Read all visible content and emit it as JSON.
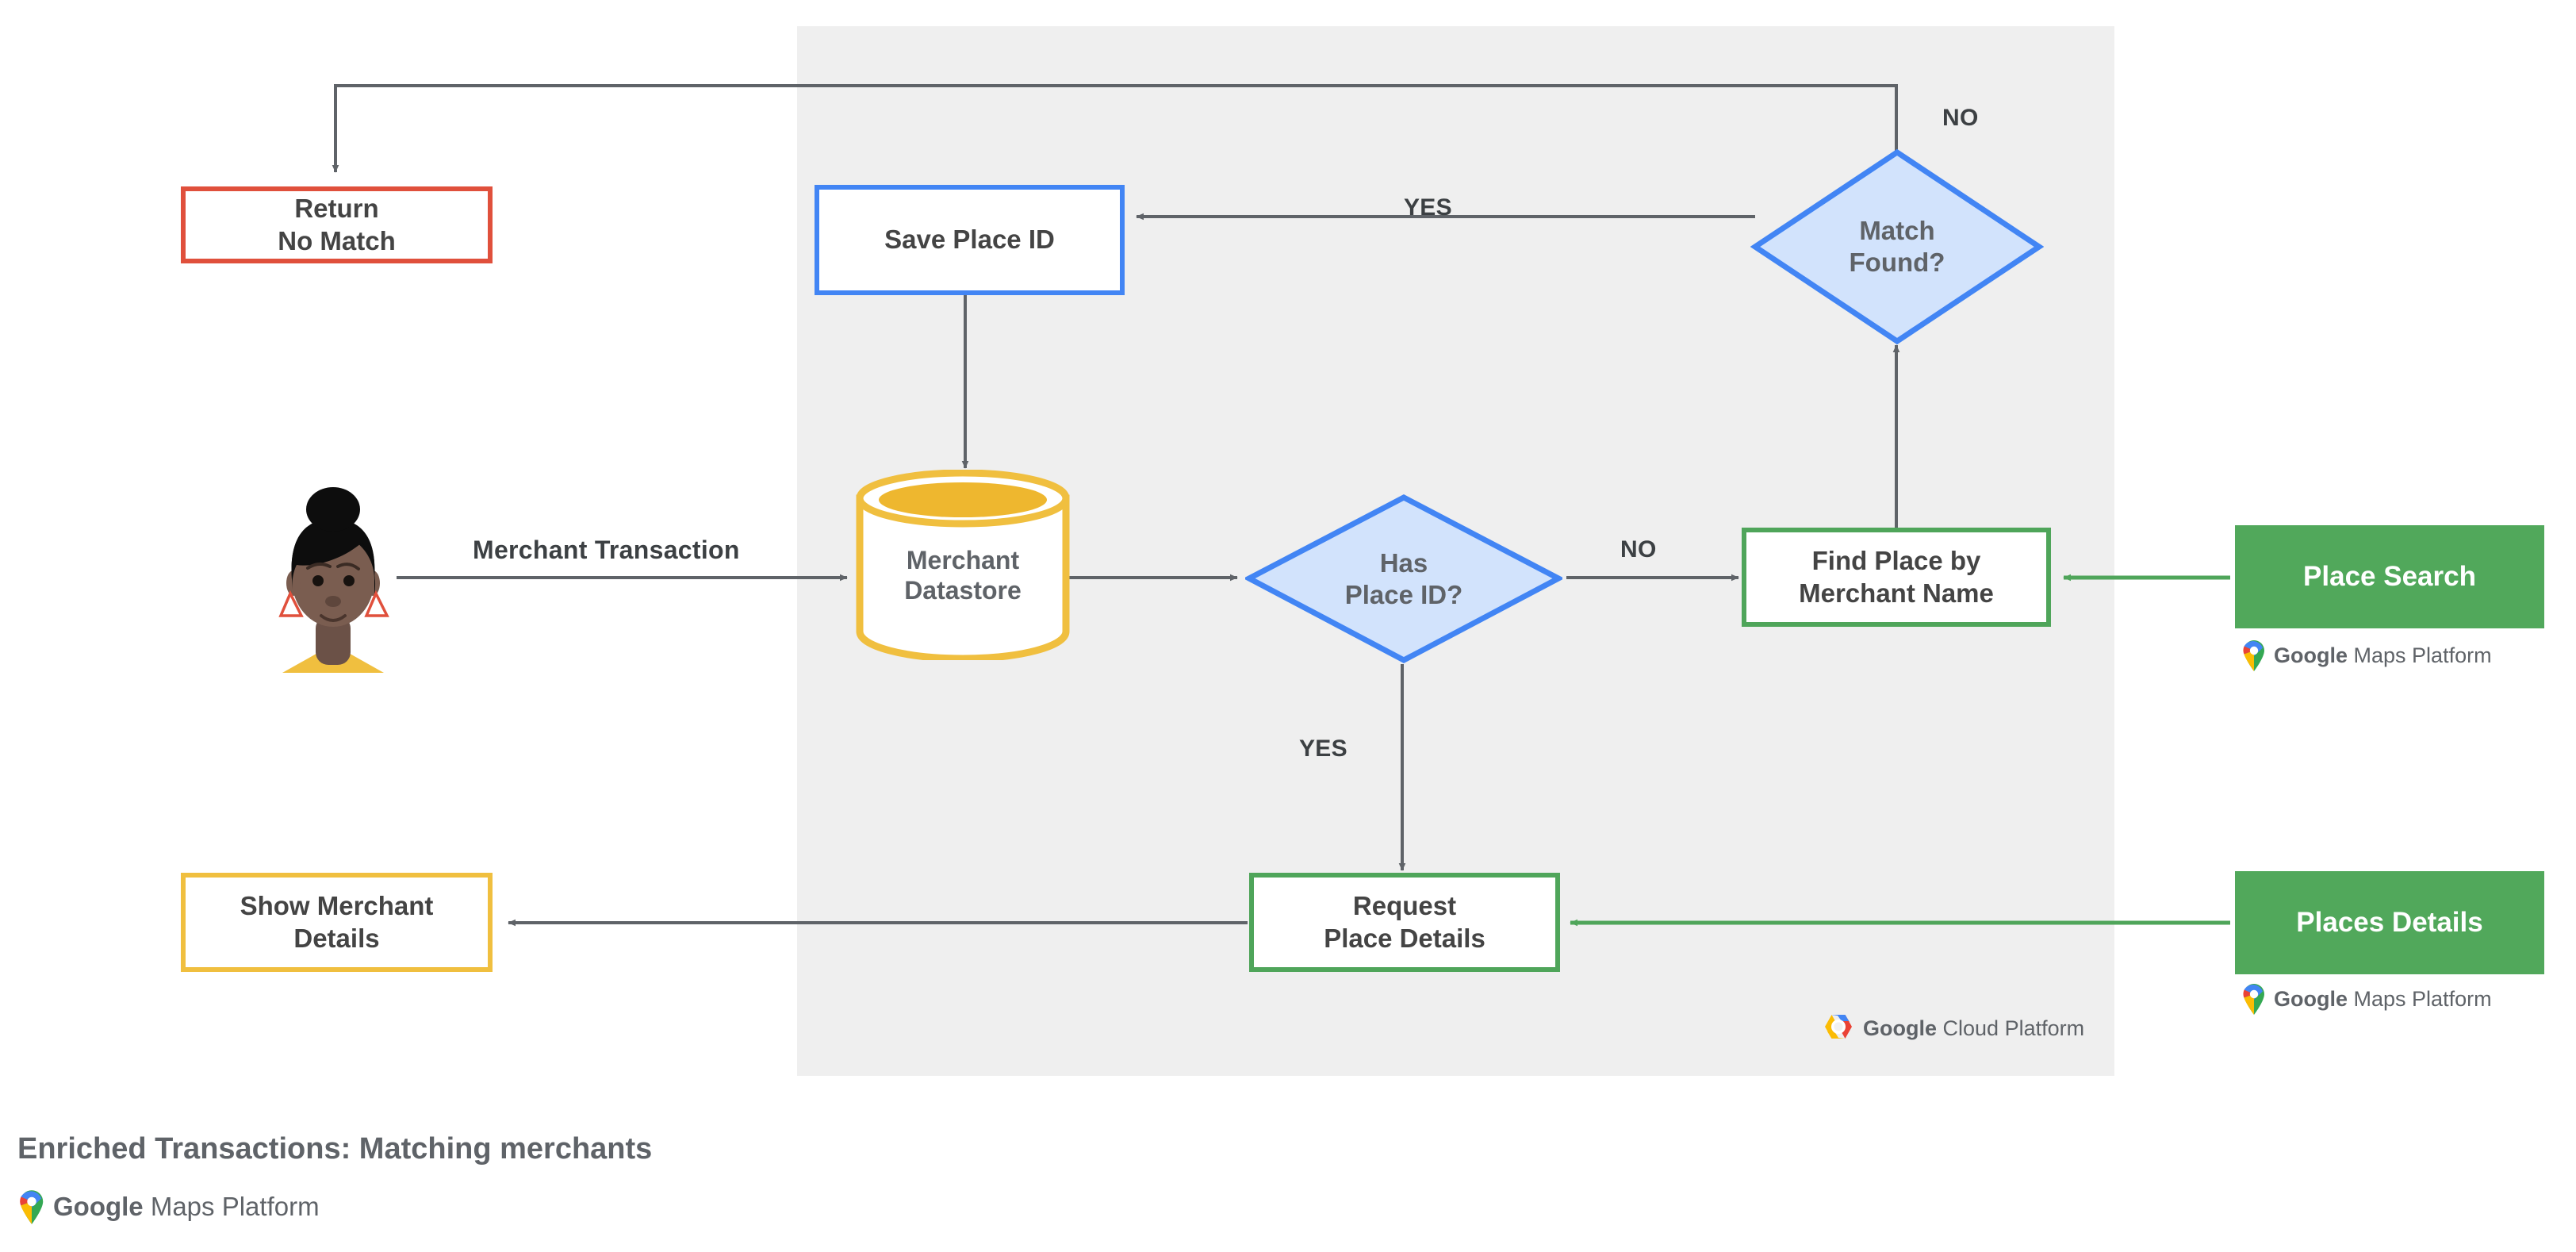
{
  "diagram": {
    "caption": "Enriched Transactions: Matching merchants",
    "panel_label": "Google Cloud Platform",
    "colors": {
      "panel_bg": "#efefef",
      "blue": "#4285f4",
      "blue_fill": "#d2e3fc",
      "green": "#4fa55a",
      "green_fill": "#51a85b",
      "yellow": "#f0bf3f",
      "red": "#e0503c",
      "text": "#5f6368",
      "arrow": "#5f6368",
      "green_arrow": "#4fa55a"
    },
    "nodes": {
      "return_no_match": {
        "line1": "Return",
        "line2": "No Match"
      },
      "save_place_id": {
        "line1": "Save Place ID"
      },
      "match_found": {
        "line1": "Match",
        "line2": "Found?"
      },
      "merchant_datastore": {
        "line1": "Merchant",
        "line2": "Datastore"
      },
      "has_place_id": {
        "line1": "Has",
        "line2": "Place ID?"
      },
      "find_place_by_merchant_name": {
        "line1": "Find Place by",
        "line2": "Merchant Name"
      },
      "place_search": {
        "line1": "Place Search"
      },
      "request_place_details": {
        "line1": "Request",
        "line2": "Place Details"
      },
      "places_details": {
        "line1": "Places Details"
      },
      "show_merchant_details": {
        "line1": "Show Merchant",
        "line2": "Details"
      }
    },
    "edge_labels": {
      "merchant_transaction": "Merchant Transaction",
      "has_place_id_no": "NO",
      "has_place_id_yes": "YES",
      "match_found_yes": "YES",
      "match_found_no": "NO"
    },
    "logos": {
      "maps_platform": {
        "brand": "Google",
        "product": "Maps Platform"
      },
      "cloud_platform": {
        "brand": "Google",
        "product": "Cloud Platform"
      }
    }
  }
}
